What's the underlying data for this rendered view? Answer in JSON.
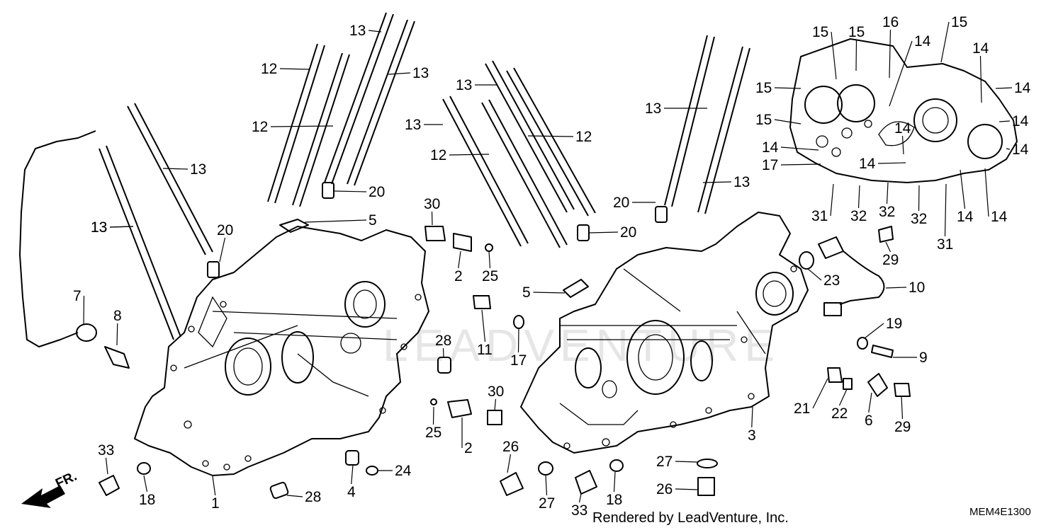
{
  "diagram": {
    "footer_text": "Rendered by LeadVenture, Inc.",
    "diagram_code": "MEM4E1300",
    "front_arrow_label": "FR.",
    "watermark_text": "LEADVENTURE",
    "callouts": [
      {
        "id": "13-a",
        "text": "13"
      },
      {
        "id": "12-a",
        "text": "12"
      },
      {
        "id": "13-b",
        "text": "13"
      },
      {
        "id": "12-b",
        "text": "12"
      },
      {
        "id": "13-c",
        "text": "13"
      },
      {
        "id": "13-d",
        "text": "13"
      },
      {
        "id": "20-a",
        "text": "20"
      },
      {
        "id": "5-a",
        "text": "5"
      },
      {
        "id": "13-e",
        "text": "13"
      },
      {
        "id": "20-b",
        "text": "20"
      },
      {
        "id": "7",
        "text": "7"
      },
      {
        "id": "8",
        "text": "8"
      },
      {
        "id": "28-a",
        "text": "28"
      },
      {
        "id": "25-a",
        "text": "25"
      },
      {
        "id": "2-a",
        "text": "2"
      },
      {
        "id": "30-a",
        "text": "30"
      },
      {
        "id": "24",
        "text": "24"
      },
      {
        "id": "4",
        "text": "4"
      },
      {
        "id": "28-b",
        "text": "28"
      },
      {
        "id": "1",
        "text": "1"
      },
      {
        "id": "18-a",
        "text": "18"
      },
      {
        "id": "33-a",
        "text": "33"
      },
      {
        "id": "13-f",
        "text": "13"
      },
      {
        "id": "13-g",
        "text": "13"
      },
      {
        "id": "12-c",
        "text": "12"
      },
      {
        "id": "12-d",
        "text": "12"
      },
      {
        "id": "30-b",
        "text": "30"
      },
      {
        "id": "2-b",
        "text": "2"
      },
      {
        "id": "25-b",
        "text": "25"
      },
      {
        "id": "5-b",
        "text": "5"
      },
      {
        "id": "11",
        "text": "11"
      },
      {
        "id": "17-a",
        "text": "17"
      },
      {
        "id": "13-h",
        "text": "13"
      },
      {
        "id": "13-i",
        "text": "13"
      },
      {
        "id": "20-c",
        "text": "20"
      },
      {
        "id": "20-d",
        "text": "20"
      },
      {
        "id": "26-a",
        "text": "26"
      },
      {
        "id": "27-a",
        "text": "27"
      },
      {
        "id": "33-b",
        "text": "33"
      },
      {
        "id": "18-b",
        "text": "18"
      },
      {
        "id": "27-b",
        "text": "27"
      },
      {
        "id": "26-b",
        "text": "26"
      },
      {
        "id": "3",
        "text": "3"
      },
      {
        "id": "23",
        "text": "23"
      },
      {
        "id": "29-a",
        "text": "29"
      },
      {
        "id": "10",
        "text": "10"
      },
      {
        "id": "19",
        "text": "19"
      },
      {
        "id": "9",
        "text": "9"
      },
      {
        "id": "21",
        "text": "21"
      },
      {
        "id": "22",
        "text": "22"
      },
      {
        "id": "6",
        "text": "6"
      },
      {
        "id": "29-b",
        "text": "29"
      },
      {
        "id": "15-a",
        "text": "15"
      },
      {
        "id": "15-b",
        "text": "15"
      },
      {
        "id": "16",
        "text": "16"
      },
      {
        "id": "15-c",
        "text": "15"
      },
      {
        "id": "14-a",
        "text": "14"
      },
      {
        "id": "14-b",
        "text": "14"
      },
      {
        "id": "15-d",
        "text": "15"
      },
      {
        "id": "14-c",
        "text": "14"
      },
      {
        "id": "15-e",
        "text": "15"
      },
      {
        "id": "14-d",
        "text": "14"
      },
      {
        "id": "14-e",
        "text": "14"
      },
      {
        "id": "14-f",
        "text": "14"
      },
      {
        "id": "14-g",
        "text": "14"
      },
      {
        "id": "17-b",
        "text": "17"
      },
      {
        "id": "14-h",
        "text": "14"
      },
      {
        "id": "31-a",
        "text": "31"
      },
      {
        "id": "32-a",
        "text": "32"
      },
      {
        "id": "32-b",
        "text": "32"
      },
      {
        "id": "32-c",
        "text": "32"
      },
      {
        "id": "14-i",
        "text": "14"
      },
      {
        "id": "14-j",
        "text": "14"
      },
      {
        "id": "31-b",
        "text": "31"
      }
    ]
  }
}
